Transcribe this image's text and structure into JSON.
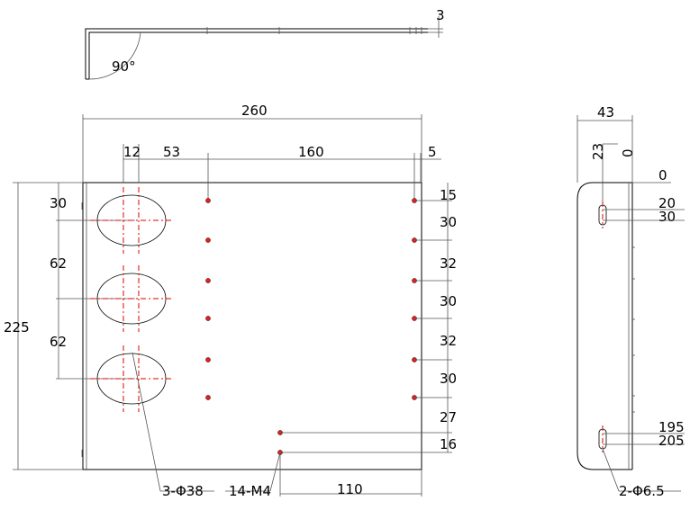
{
  "top_view": {
    "thickness": "3",
    "angle": "90°"
  },
  "front_view": {
    "width_overall": "260",
    "offset_left": "12",
    "offset_53": "53",
    "span_160": "160",
    "offset_right": "5",
    "height_overall": "225",
    "left_vertical": [
      "30",
      "62",
      "62"
    ],
    "right_vertical": [
      "15",
      "30",
      "32",
      "30",
      "32",
      "30",
      "27",
      "16"
    ],
    "bottom_horizontal": "110",
    "callout_large_holes": "3-Φ38",
    "callout_threaded_holes": "14-M4"
  },
  "side_view": {
    "width": "43",
    "label_23": "23",
    "label_0_top": "0",
    "label_0_right": "0",
    "slot_top": [
      "20",
      "30"
    ],
    "slot_bottom": [
      "195",
      "205"
    ],
    "callout_slots": "2-Φ6.5"
  }
}
